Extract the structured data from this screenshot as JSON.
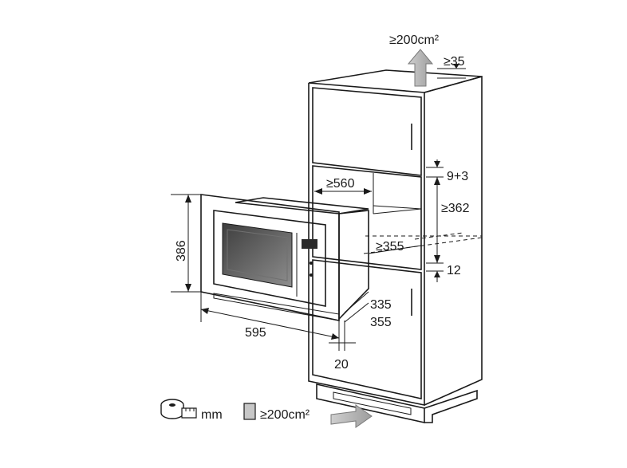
{
  "colors": {
    "line": "#1a1a1a",
    "arrow_fill": "#b9b9b9",
    "window_dark": "#4a4a4a",
    "window_light": "#9a9a9a",
    "vent_swatch": "#c7c7c7"
  },
  "dimensions": {
    "top_vent_area": "≥200cm²",
    "top_gap": "≥35",
    "upper_gap": "9+3",
    "niche_width": "≥560",
    "niche_height": "≥362",
    "niche_depth": "≥355",
    "lower_gap": "12",
    "appliance_height": "386",
    "appliance_width": "595",
    "depth_a": "335",
    "depth_b": "355",
    "front_offset": "20"
  },
  "legend": {
    "unit_icon": "measuring-tape-icon",
    "unit_label": "mm",
    "vent_icon": "vent-area-swatch-icon",
    "vent_label": "≥200cm²"
  }
}
